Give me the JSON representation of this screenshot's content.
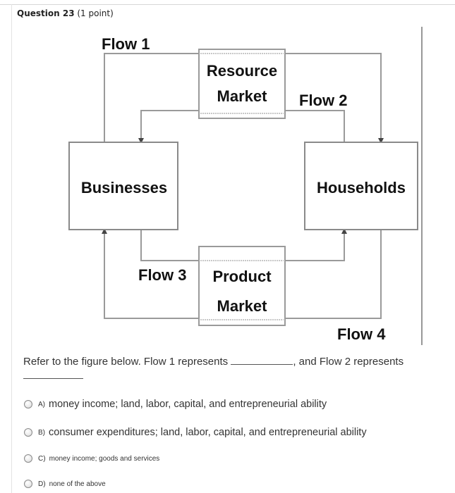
{
  "question": {
    "title": "Question 23",
    "points": "(1 point)"
  },
  "figure": {
    "flow1": "Flow 1",
    "flow2": "Flow 2",
    "flow3": "Flow 3",
    "flow4": "Flow 4",
    "resource_market_line1": "Resource",
    "resource_market_line2": "Market",
    "product_market_line1": "Product",
    "product_market_line2": "Market",
    "businesses": "Businesses",
    "households": "Households"
  },
  "prompt": {
    "part1": "Refer to the figure below. Flow 1 represents ",
    "part2": ", and Flow 2 represents"
  },
  "choices": [
    {
      "letter": "A)",
      "text": "money income; land, labor, capital, and entrepreneurial ability"
    },
    {
      "letter": "B)",
      "text": "consumer expenditures; land, labor, capital, and entrepreneurial ability"
    },
    {
      "letter": "C)",
      "text": "money income; goods and services"
    },
    {
      "letter": "D)",
      "text": "none of the above"
    }
  ]
}
